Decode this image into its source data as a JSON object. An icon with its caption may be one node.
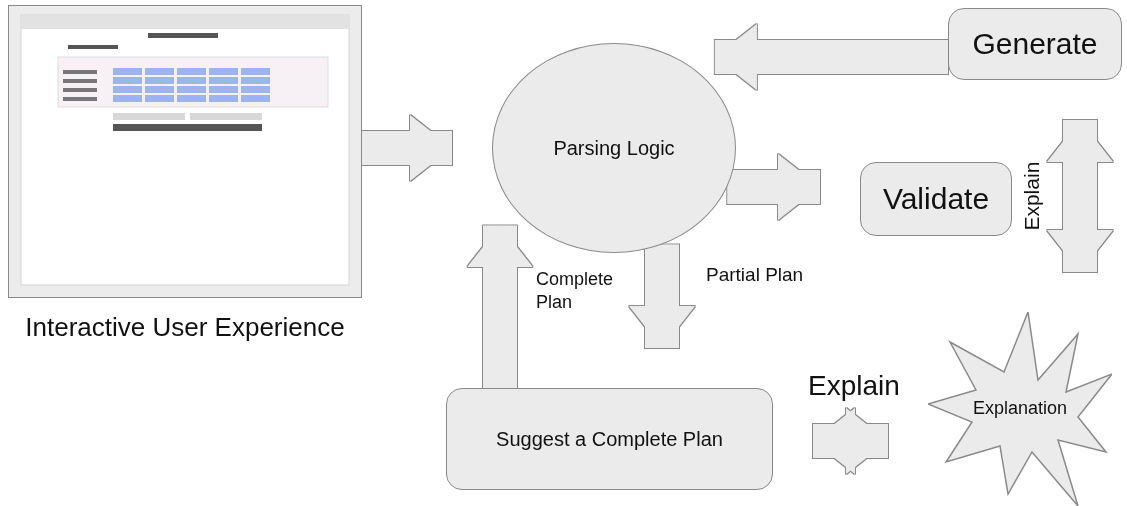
{
  "diagram": {
    "nodes": [
      {
        "text": [
          "Interactive User Experience"
        ]
      },
      {
        "text": [
          "Parsing Logic"
        ]
      },
      {
        "text": [
          "Generate"
        ]
      },
      {
        "text": [
          "Validate"
        ]
      },
      {
        "text": [
          "Suggest a Complete Plan"
        ]
      },
      {
        "text": [
          "Explanation"
        ]
      }
    ],
    "edges": [
      {
        "from": 2,
        "to": 1,
        "arrow": "to"
      },
      {
        "from": 0,
        "to": 1,
        "arrow": "to"
      },
      {
        "from": 1,
        "to": 3,
        "arrow": "to"
      },
      {
        "from": 4,
        "to": 1,
        "arrow": "to",
        "label": "Complete Plan"
      },
      {
        "from": 1,
        "to": 4,
        "arrow": "to",
        "label": "Partial Plan"
      },
      {
        "from": 2,
        "to": 5,
        "arrow": "both",
        "label": "Explain"
      },
      {
        "from": 4,
        "to": 5,
        "arrow": "both",
        "label": "Explain"
      }
    ]
  }
}
